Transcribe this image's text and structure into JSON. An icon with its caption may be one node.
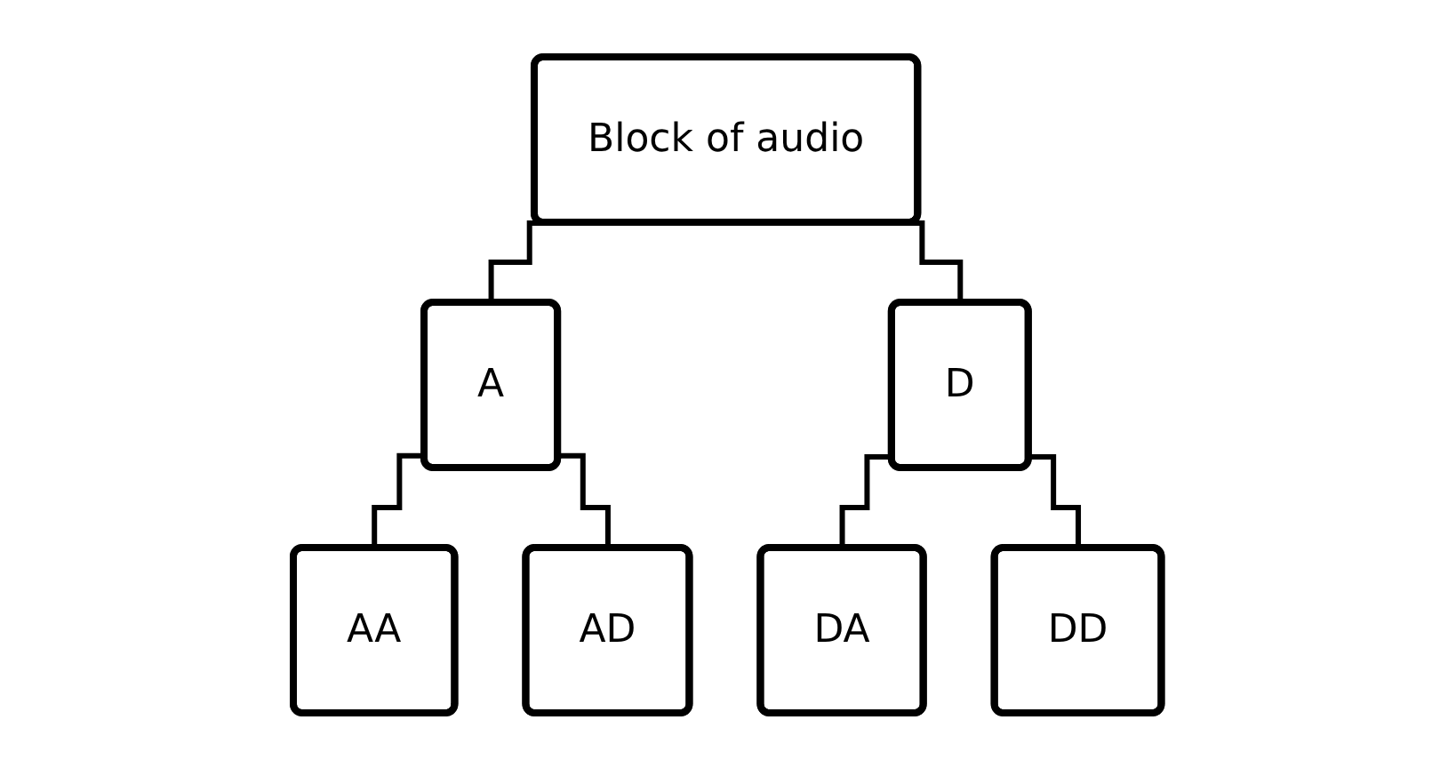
{
  "diagram": {
    "nodes": [
      {
        "text": [
          "Block of audio"
        ]
      },
      {
        "text": [
          "A"
        ]
      },
      {
        "text": [
          "D"
        ]
      },
      {
        "text": [
          "AA"
        ]
      },
      {
        "text": [
          "AD"
        ]
      },
      {
        "text": [
          "DA"
        ]
      },
      {
        "text": [
          "DD"
        ]
      }
    ],
    "edges": [
      {
        "from": 0,
        "to": 1,
        "arrow": "none"
      },
      {
        "from": 0,
        "to": 2,
        "arrow": "none"
      },
      {
        "from": 1,
        "to": 3,
        "arrow": "none"
      },
      {
        "from": 1,
        "to": 4,
        "arrow": "none"
      },
      {
        "from": 2,
        "to": 5,
        "arrow": "none"
      },
      {
        "from": 2,
        "to": 6,
        "arrow": "none"
      }
    ]
  }
}
